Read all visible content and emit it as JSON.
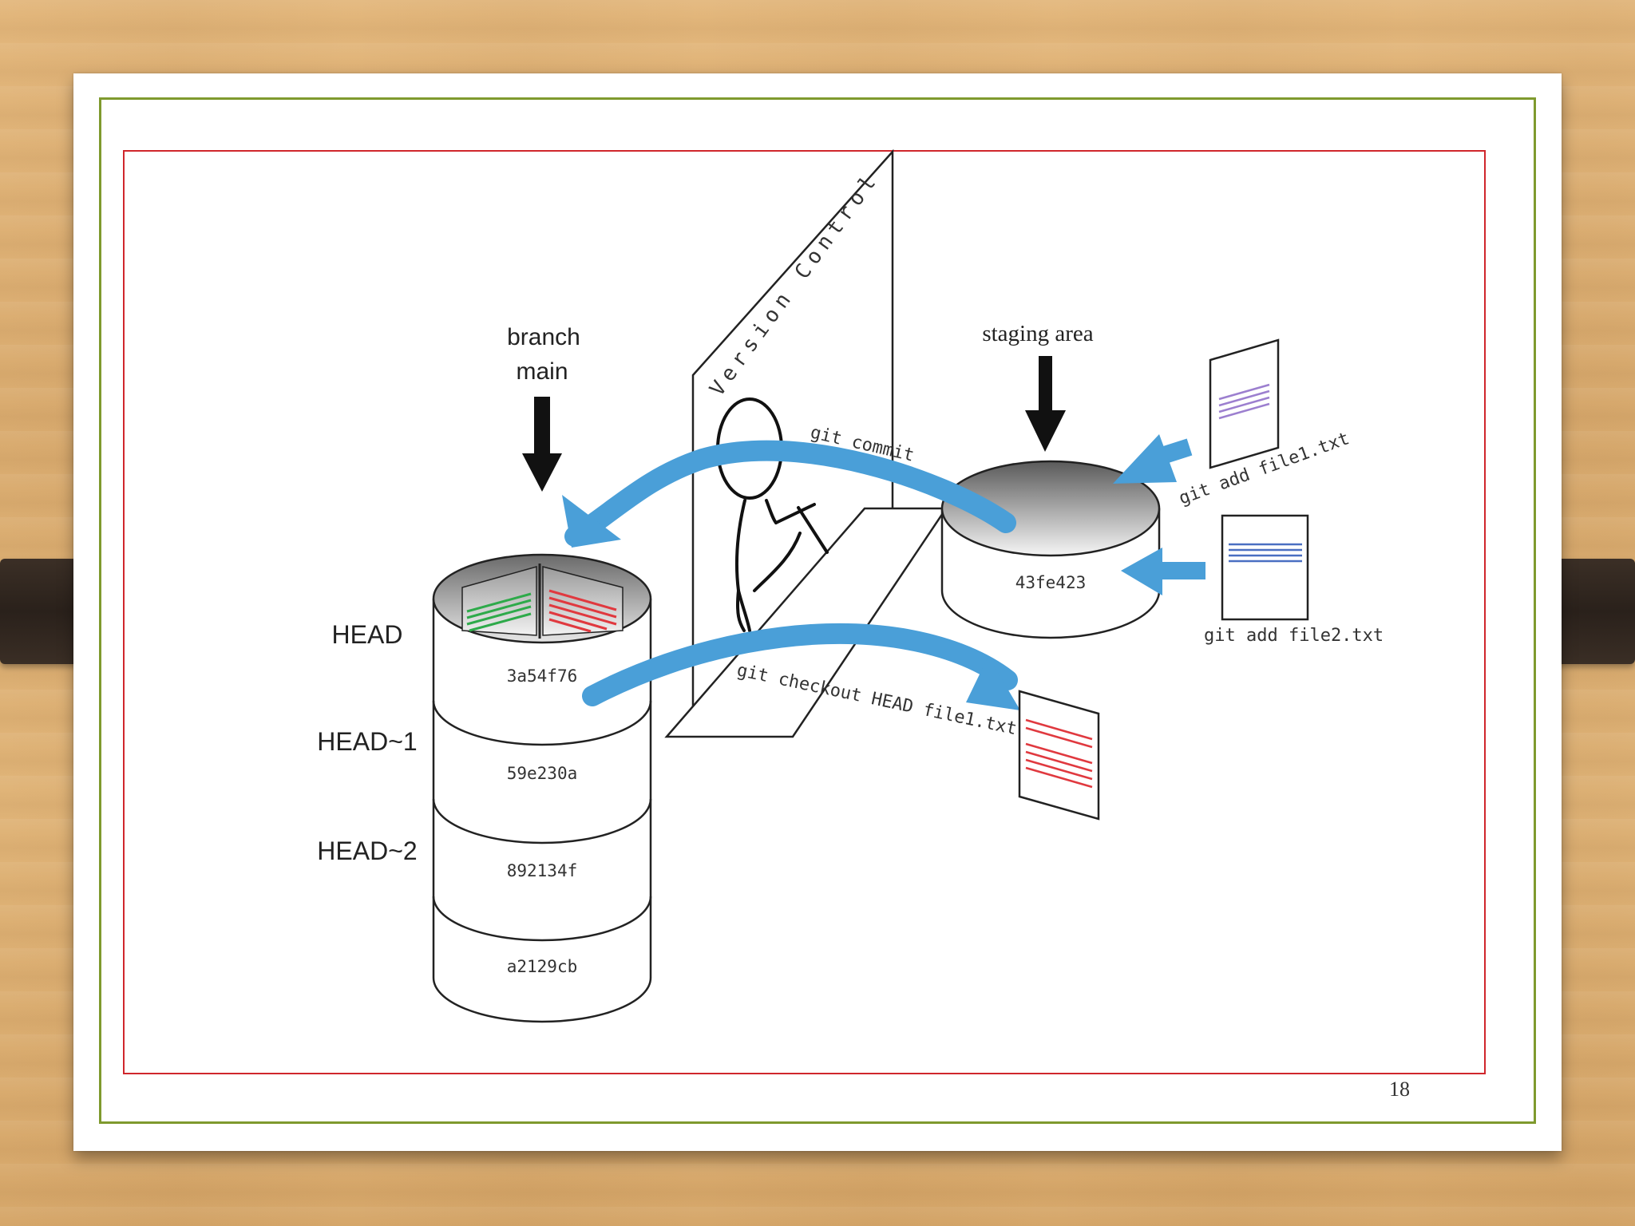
{
  "slide": {
    "page_number": "18"
  },
  "diagram": {
    "branch_label_line1": "branch",
    "branch_label_line2": "main",
    "staging_label": "staging area",
    "glass_label": "Version Control",
    "refs": {
      "head": "HEAD",
      "head1": "HEAD~1",
      "head2": "HEAD~2"
    },
    "commits": [
      "3a54f76",
      "59e230a",
      "892134f",
      "a2129cb"
    ],
    "staging_hash": "43fe423",
    "commands": {
      "commit": "git commit",
      "add_file1": "git add file1.txt",
      "add_file2": "git add file2.txt",
      "checkout": "git checkout HEAD file1.txt"
    }
  },
  "colors": {
    "arrow_blue": "#4a9fd8",
    "green_frame": "#7f9a2e",
    "red_frame": "#d0262c",
    "file1_lines": "#9c7fcf",
    "file2_lines": "#4a6fc2",
    "checkout_lines": "#e0393f",
    "repo_green_lines": "#2eaa4a",
    "repo_red_lines": "#e0393f"
  }
}
